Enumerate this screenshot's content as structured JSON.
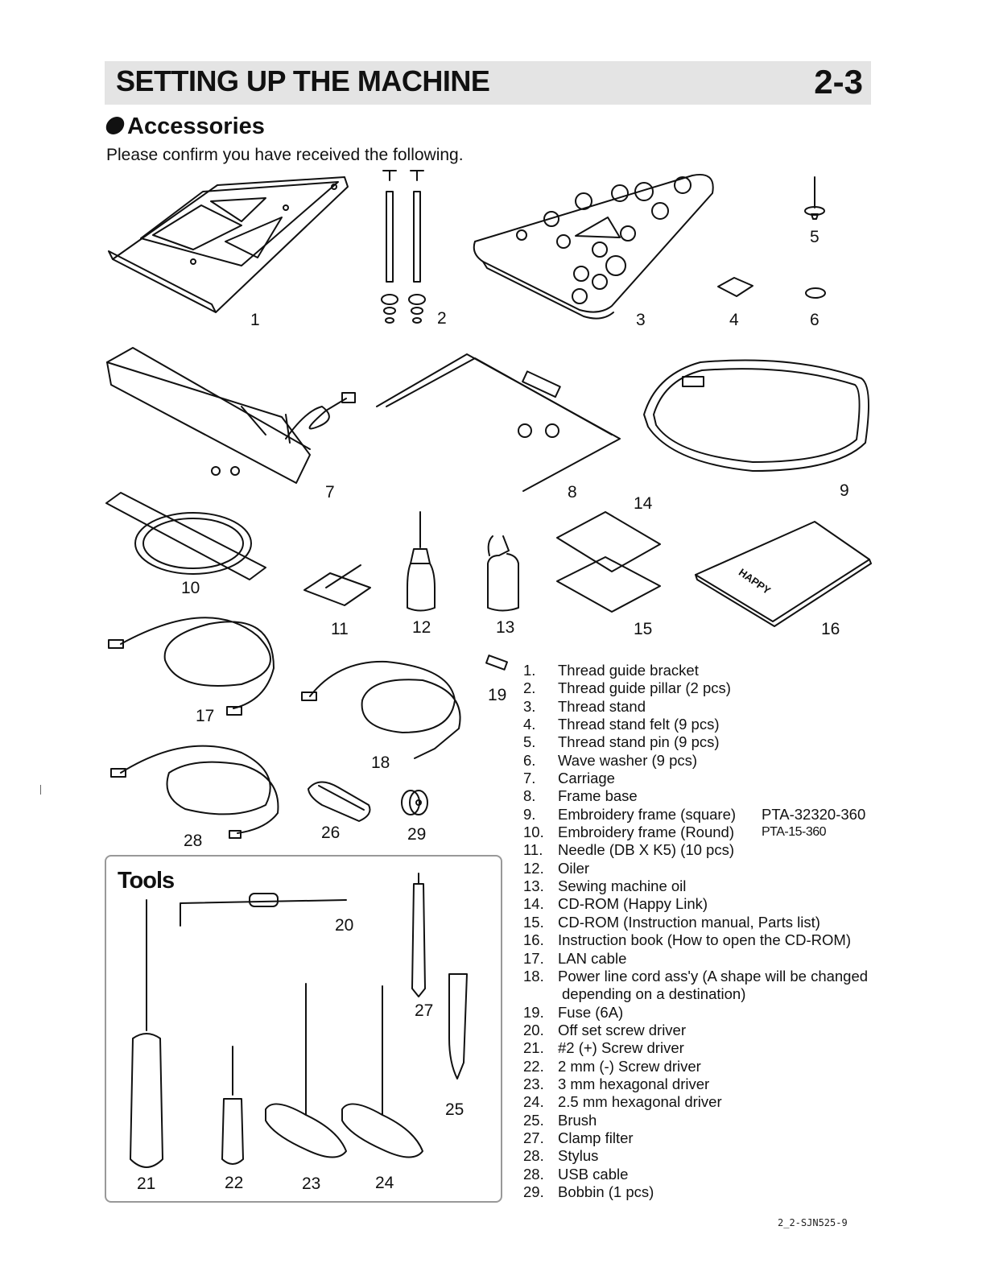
{
  "header": {
    "title": "SETTING UP THE MACHINE",
    "page_number": "2-3"
  },
  "section": {
    "title": "Accessories",
    "intro": "Please confirm you have received the following."
  },
  "callouts": {
    "c1": "1",
    "c2": "2",
    "c3": "3",
    "c4": "4",
    "c5": "5",
    "c6": "6",
    "c7": "7",
    "c8": "8",
    "c9": "9",
    "c10": "10",
    "c11": "11",
    "c12": "12",
    "c13": "13",
    "c14": "14",
    "c15": "15",
    "c16": "16",
    "c17": "17",
    "c18": "18",
    "c19": "19",
    "c20": "20",
    "c21": "21",
    "c22": "22",
    "c23": "23",
    "c24": "24",
    "c25": "25",
    "c26": "26",
    "c27": "27",
    "c28": "28",
    "c29": "29"
  },
  "tools": {
    "title": "Tools"
  },
  "book_logo": "HAPPY",
  "parts": [
    {
      "num": "1.",
      "name": "Thread guide bracket",
      "code": ""
    },
    {
      "num": "2.",
      "name": "Thread guide pillar (2 pcs)",
      "code": ""
    },
    {
      "num": "3.",
      "name": "Thread stand",
      "code": ""
    },
    {
      "num": "4.",
      "name": "Thread stand felt (9 pcs)",
      "code": ""
    },
    {
      "num": "5.",
      "name": "Thread stand pin (9 pcs)",
      "code": ""
    },
    {
      "num": "6.",
      "name": "Wave washer (9 pcs)",
      "code": ""
    },
    {
      "num": "7.",
      "name": "Carriage",
      "code": ""
    },
    {
      "num": "8.",
      "name": "Frame base",
      "code": ""
    },
    {
      "num": "9.",
      "name": "Embroidery frame (square)",
      "code": "PTA-32320-360"
    },
    {
      "num": "10.",
      "name": "Embroidery frame (Round)",
      "code": "PTA-15-360"
    },
    {
      "num": "11.",
      "name": "Needle (DB X K5) (10 pcs)",
      "code": ""
    },
    {
      "num": "12.",
      "name": "Oiler",
      "code": ""
    },
    {
      "num": "13.",
      "name": "Sewing machine oil",
      "code": ""
    },
    {
      "num": "14.",
      "name": "CD-ROM (Happy Link)",
      "code": ""
    },
    {
      "num": "15.",
      "name": "CD-ROM (Instruction manual, Parts list)",
      "code": ""
    },
    {
      "num": "16.",
      "name": "Instruction book (How to open the CD-ROM)",
      "code": ""
    },
    {
      "num": "17.",
      "name": "LAN cable",
      "code": ""
    },
    {
      "num": "18.",
      "name": "Power line cord ass'y (A shape will be changed",
      "code": ""
    },
    {
      "num": "",
      "name": "depending on a destination)",
      "code": ""
    },
    {
      "num": "19.",
      "name": "Fuse (6A)",
      "code": ""
    },
    {
      "num": "20.",
      "name": "Off set screw driver",
      "code": ""
    },
    {
      "num": "21.",
      "name": "#2 (+) Screw driver",
      "code": ""
    },
    {
      "num": "22.",
      "name": "2 mm (-) Screw driver",
      "code": ""
    },
    {
      "num": "23.",
      "name": "3 mm hexagonal driver",
      "code": ""
    },
    {
      "num": "24.",
      "name": "2.5 mm hexagonal driver",
      "code": ""
    },
    {
      "num": "25.",
      "name": "Brush",
      "code": ""
    },
    {
      "num": "27.",
      "name": "Clamp filter",
      "code": ""
    },
    {
      "num": "28.",
      "name": "Stylus",
      "code": ""
    },
    {
      "num": "28.",
      "name": "USB cable",
      "code": ""
    },
    {
      "num": "29.",
      "name": "Bobbin (1 pcs)",
      "code": ""
    }
  ],
  "footer": {
    "code": "2_2-SJN525-9"
  }
}
